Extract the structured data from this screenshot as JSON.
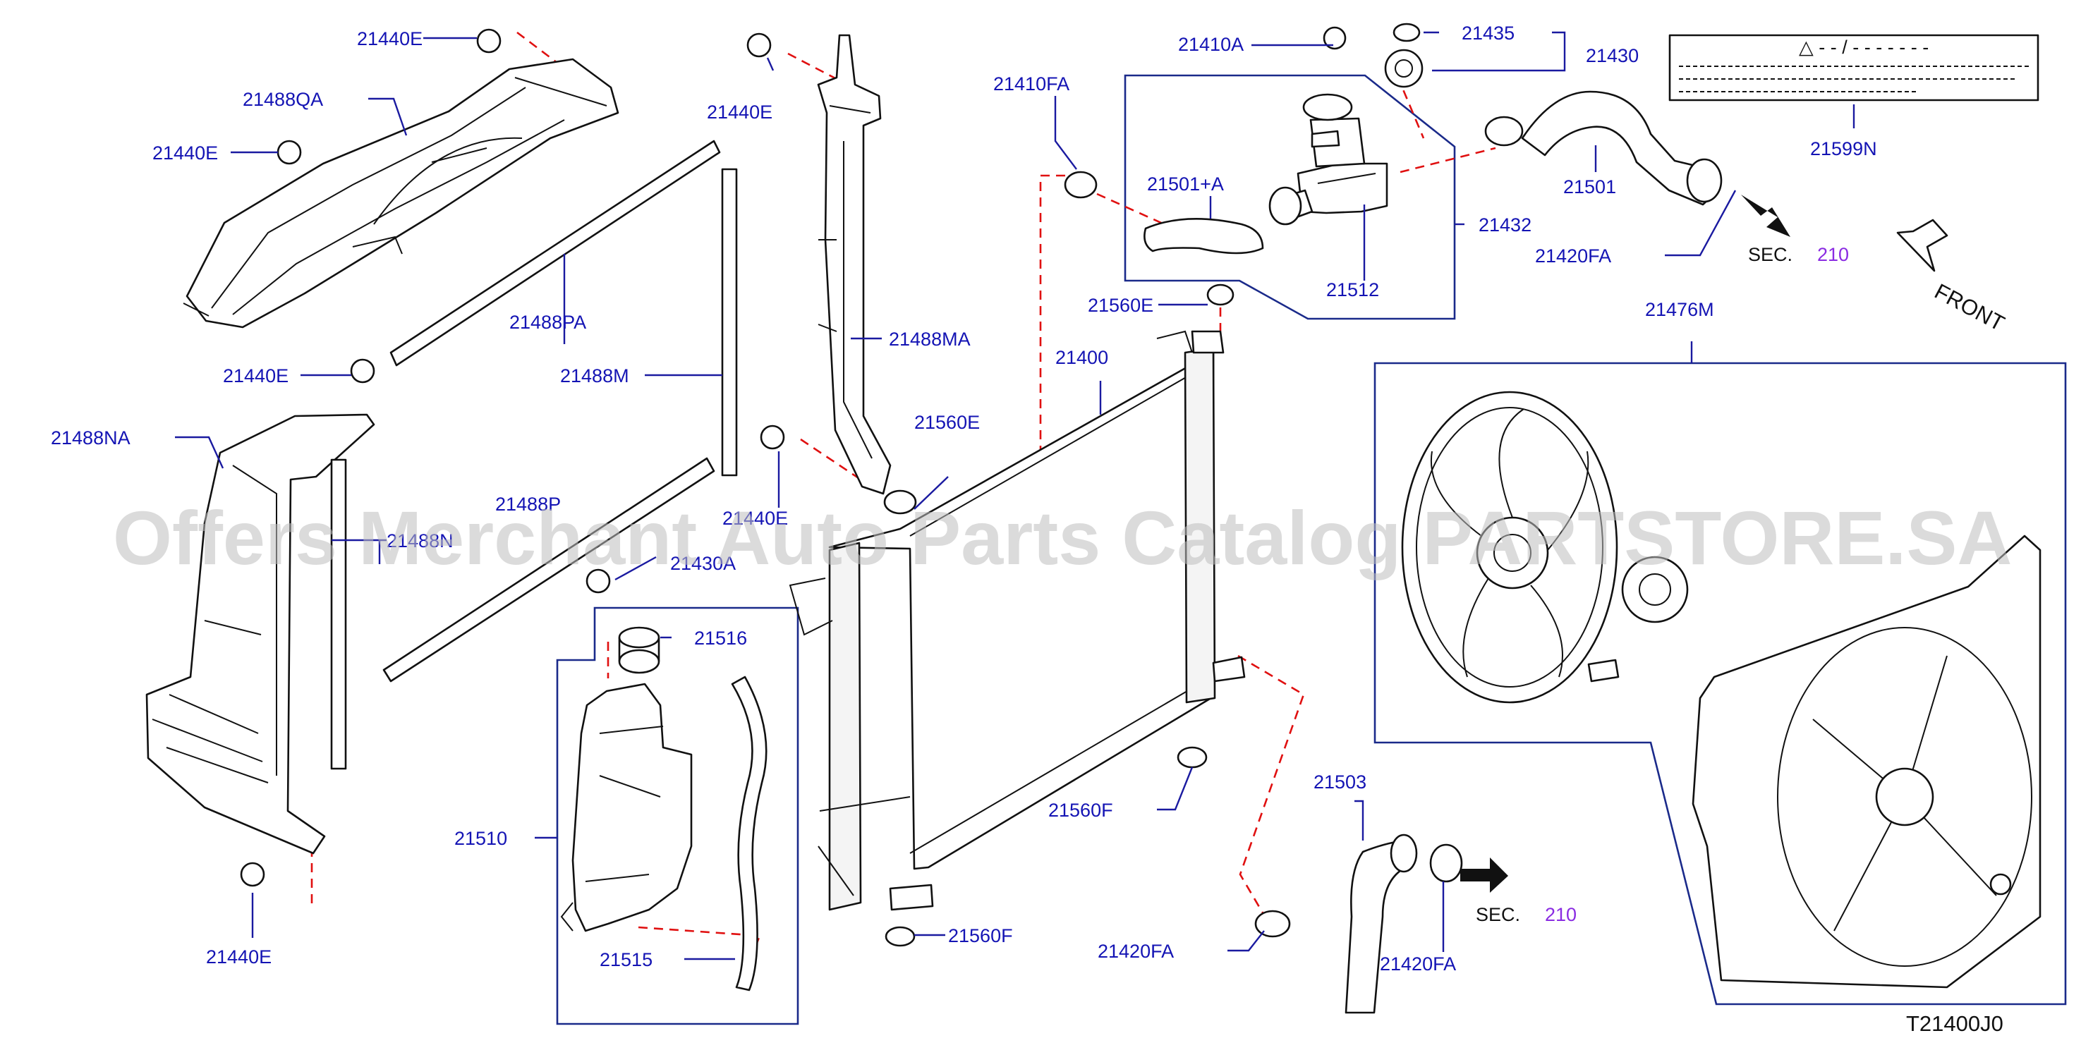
{
  "diagram": {
    "callouts": [
      "21440E",
      "21488QA",
      "21440E",
      "21440E",
      "21488PA",
      "21488M",
      "21440E",
      "21488NA",
      "21488MA",
      "21440E",
      "21488P",
      "21488N",
      "21430A",
      "21516",
      "21510",
      "21515",
      "21410A",
      "21435",
      "21430",
      "21410FA",
      "21501+A",
      "21432",
      "21512",
      "21501",
      "21420FA",
      "21599N",
      "21560E",
      "21560E",
      "21400",
      "21560F",
      "21560F",
      "21503",
      "21420FA",
      "21420FA",
      "21476M",
      "21440E"
    ],
    "section_refs": [
      {
        "prefix": "SEC.",
        "number": "210"
      },
      {
        "prefix": "SEC.",
        "number": "210"
      }
    ],
    "front_label": "FRONT",
    "caution_label_title": "△ - - / - - - - - - -",
    "drawing_code": "T21400J0",
    "watermark": "Offers Merchant Auto Parts Catalog PARTSTORE.SA",
    "colors": {
      "callout_text": "#1414b4",
      "leader_line": "#1a1aa0",
      "dashed_connector": "#e01010",
      "group_box": "#1a2a8a",
      "section_number": "#8a2be2"
    }
  }
}
